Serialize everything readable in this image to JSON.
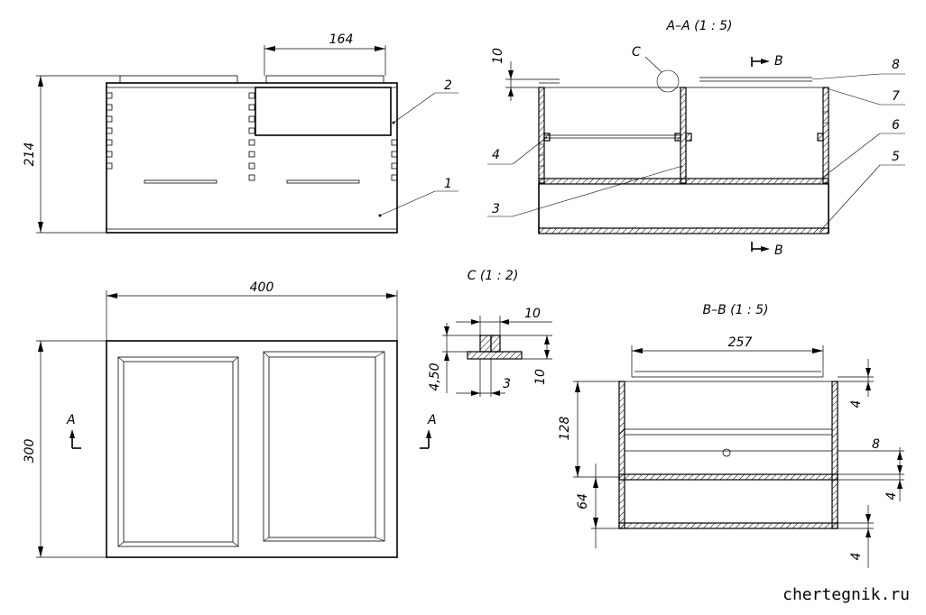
{
  "front_view": {
    "dim_width": "164",
    "dim_height": "214",
    "callouts": {
      "part1": "1",
      "part2": "2"
    }
  },
  "plan_view": {
    "dim_width": "400",
    "dim_height": "300",
    "section_left": "A",
    "section_right": "A"
  },
  "section_aa": {
    "title": "A–A (1 : 5)",
    "dim_top": "10",
    "detail_marker": "C",
    "section_top": "B",
    "section_bottom": "B",
    "callouts": {
      "c3": "3",
      "c4": "4",
      "c5": "5",
      "c6": "6",
      "c7": "7",
      "c8": "8"
    }
  },
  "detail_c": {
    "title": "C (1 : 2)",
    "dim_top": "10",
    "dim_left": "4,50",
    "dim_right": "10",
    "dim_bottom": "3"
  },
  "section_bb": {
    "title": "B–B (1 : 5)",
    "dim_width": "257",
    "dim_128": "128",
    "dim_64": "64",
    "dim_top4": "4",
    "dim_8": "8",
    "dim_mid4": "4",
    "dim_bottom4": "4"
  },
  "watermark": "chertegnik.ru"
}
